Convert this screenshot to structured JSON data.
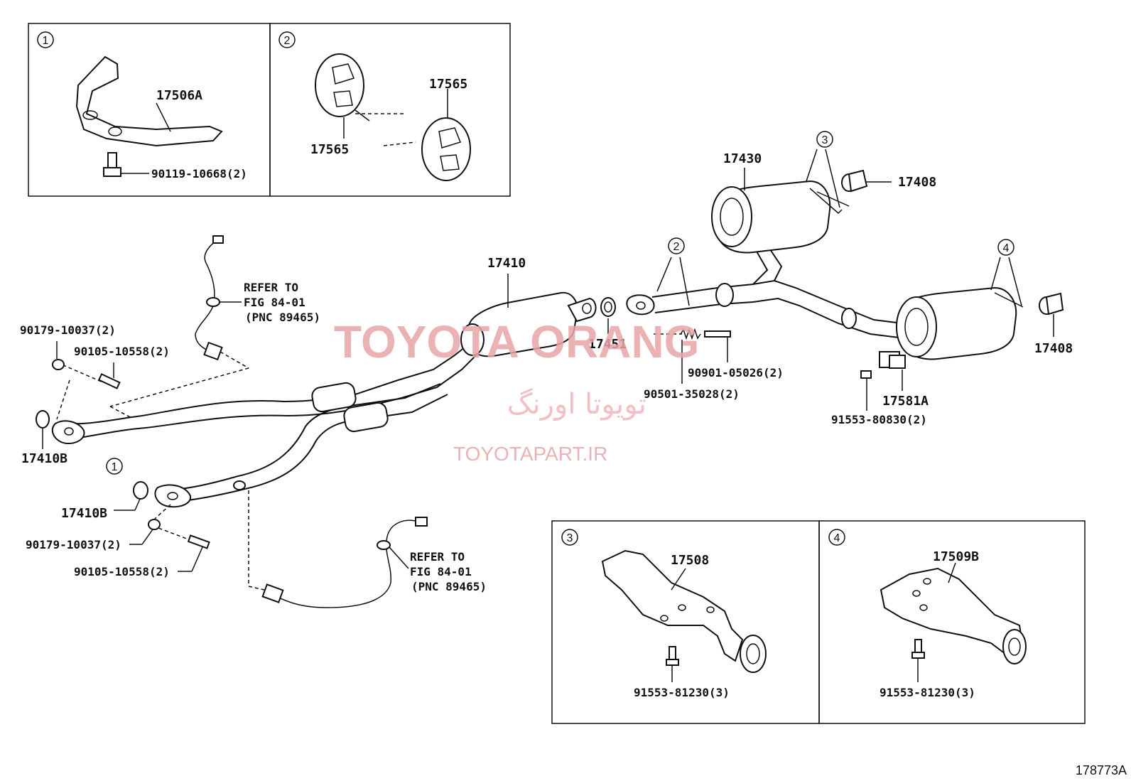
{
  "callouts": {
    "c1": "1",
    "c2": "2",
    "c3": "3",
    "c4": "4"
  },
  "parts": {
    "p17506A": "17506A",
    "p90119": "90119-10668(2)",
    "p17565_top": "17565",
    "p17565_left": "17565",
    "p17430": "17430",
    "p17408_top": "17408",
    "p17408_right": "17408",
    "p17410": "17410",
    "p17451": "17451",
    "p90901": "90901-05026(2)",
    "p90501": "90501-35028(2)",
    "p17581A": "17581A",
    "p91553_80830": "91553-80830(2)",
    "p90179_a": "90179-10037(2)",
    "p90105_a": "90105-10558(2)",
    "p17410B_a": "17410B",
    "p17410B_b": "17410B",
    "p90179_b": "90179-10037(2)",
    "p90105_b": "90105-10558(2)",
    "p17508": "17508",
    "p91553_81230_a": "91553-81230(3)",
    "p17509B": "17509B",
    "p91553_81230_b": "91553-81230(3)"
  },
  "refs": {
    "ref1_line1": "REFER TO",
    "ref1_line2": "FIG 84-01",
    "ref1_line3": "(PNC 89465)",
    "ref2_line1": "REFER TO",
    "ref2_line2": "FIG 84-01",
    "ref2_line3": "(PNC 89465)"
  },
  "watermark": {
    "brand": "TOYOTA ORANG",
    "persian": "تویوتا اورنگ",
    "url": "TOYOTAPART.IR"
  },
  "figure_id": "178773A"
}
